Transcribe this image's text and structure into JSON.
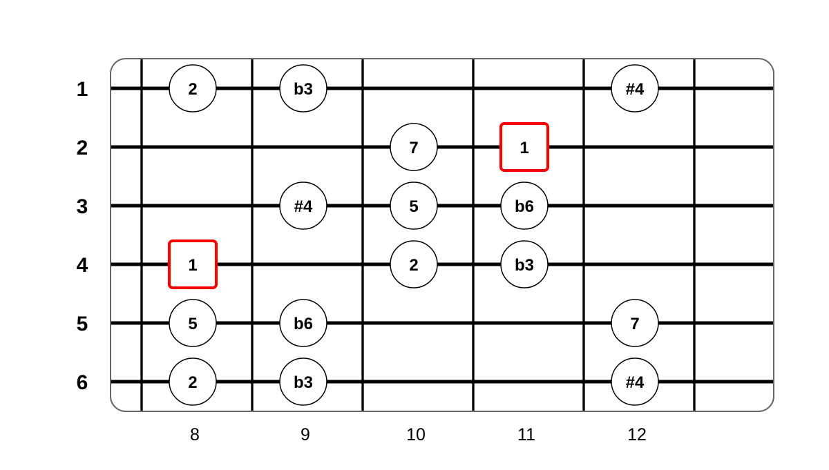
{
  "diagram": {
    "type": "guitar-fretboard-scale",
    "strings": [
      "1",
      "2",
      "3",
      "4",
      "5",
      "6"
    ],
    "fret_numbers": [
      "8",
      "9",
      "10",
      "11",
      "12"
    ],
    "colors": {
      "root_outline": "#ff0000",
      "note_outline": "#000000",
      "string": "#000000",
      "fret": "#000000",
      "board_border": "#666666",
      "background": "#ffffff"
    },
    "notes": [
      {
        "string": 1,
        "fret": 8,
        "label": "2",
        "root": false
      },
      {
        "string": 1,
        "fret": 9,
        "label": "b3",
        "root": false
      },
      {
        "string": 1,
        "fret": 12,
        "label": "#4",
        "root": false
      },
      {
        "string": 2,
        "fret": 10,
        "label": "7",
        "root": false
      },
      {
        "string": 2,
        "fret": 11,
        "label": "1",
        "root": true
      },
      {
        "string": 3,
        "fret": 9,
        "label": "#4",
        "root": false
      },
      {
        "string": 3,
        "fret": 10,
        "label": "5",
        "root": false
      },
      {
        "string": 3,
        "fret": 11,
        "label": "b6",
        "root": false
      },
      {
        "string": 4,
        "fret": 8,
        "label": "1",
        "root": true
      },
      {
        "string": 4,
        "fret": 10,
        "label": "2",
        "root": false
      },
      {
        "string": 4,
        "fret": 11,
        "label": "b3",
        "root": false
      },
      {
        "string": 5,
        "fret": 8,
        "label": "5",
        "root": false
      },
      {
        "string": 5,
        "fret": 9,
        "label": "b6",
        "root": false
      },
      {
        "string": 5,
        "fret": 12,
        "label": "7",
        "root": false
      },
      {
        "string": 6,
        "fret": 8,
        "label": "2",
        "root": false
      },
      {
        "string": 6,
        "fret": 9,
        "label": "b3",
        "root": false
      },
      {
        "string": 6,
        "fret": 12,
        "label": "#4",
        "root": false
      }
    ]
  }
}
